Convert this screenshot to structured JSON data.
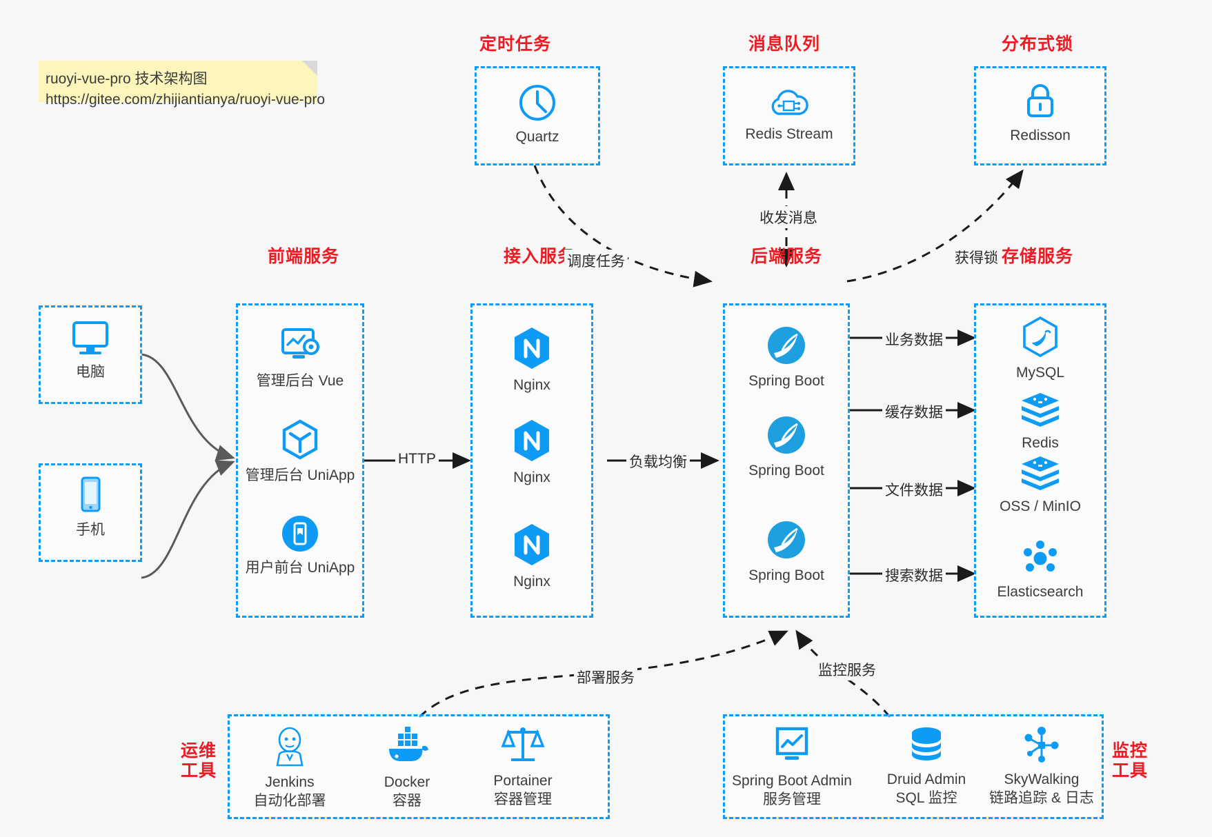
{
  "note": {
    "line1": "ruoyi-vue-pro 技术架构图",
    "line2": "https://gitee.com/zhijiantianya/ruoyi-vue-pro"
  },
  "colors": {
    "accent_blue": "#0d9bf5",
    "title_red": "#ec1c24",
    "background": "#f7f7f7",
    "note_yellow": "#fcf6bd",
    "arrow_gray": "#5a5a5a",
    "arrow_black": "#1a1a1a",
    "text_dark": "#3c3c3c"
  },
  "groups": {
    "clients": {
      "computer": {
        "label": "电脑",
        "icon": "desktop-monitor-icon"
      },
      "phone": {
        "label": "手机",
        "icon": "mobile-phone-icon"
      }
    },
    "scheduled_task": {
      "title": "定时任务",
      "items": [
        {
          "label": "Quartz",
          "icon": "clock-icon"
        }
      ]
    },
    "message_queue": {
      "title": "消息队列",
      "items": [
        {
          "label": "Redis Stream",
          "icon": "cloud-network-icon"
        }
      ]
    },
    "distributed_lock": {
      "title": "分布式锁",
      "items": [
        {
          "label": "Redisson",
          "icon": "lock-icon"
        }
      ]
    },
    "frontend": {
      "title": "前端服务",
      "items": [
        {
          "label": "管理后台 Vue",
          "icon": "dashboard-gear-icon"
        },
        {
          "label": "管理后台 UniApp",
          "icon": "cube-icon"
        },
        {
          "label": "用户前台 UniApp",
          "icon": "mobile-app-icon"
        }
      ]
    },
    "gateway": {
      "title": "接入服务",
      "items": [
        {
          "label": "Nginx",
          "icon": "nginx-icon"
        },
        {
          "label": "Nginx",
          "icon": "nginx-icon"
        },
        {
          "label": "Nginx",
          "icon": "nginx-icon"
        }
      ]
    },
    "backend": {
      "title": "后端服务",
      "items": [
        {
          "label": "Spring Boot",
          "icon": "spring-boot-icon"
        },
        {
          "label": "Spring Boot",
          "icon": "spring-boot-icon"
        },
        {
          "label": "Spring Boot",
          "icon": "spring-boot-icon"
        }
      ]
    },
    "storage": {
      "title": "存储服务",
      "items": [
        {
          "label": "MySQL",
          "icon": "mysql-dolphin-icon"
        },
        {
          "label": "Redis",
          "icon": "redis-stack-icon"
        },
        {
          "label": "OSS / MinIO",
          "icon": "oss-stack-icon"
        },
        {
          "label": "Elasticsearch",
          "icon": "elasticsearch-icon"
        }
      ]
    },
    "devops": {
      "title_line1": "运维",
      "title_line2": "工具",
      "items": [
        {
          "label": "Jenkins",
          "sublabel": "自动化部署",
          "icon": "jenkins-butler-icon"
        },
        {
          "label": "Docker",
          "sublabel": "容器",
          "icon": "docker-whale-icon"
        },
        {
          "label": "Portainer",
          "sublabel": "容器管理",
          "icon": "portainer-scale-icon"
        }
      ]
    },
    "monitoring": {
      "title_line1": "监控",
      "title_line2": "工具",
      "items": [
        {
          "label": "Spring Boot Admin",
          "sublabel": "服务管理",
          "icon": "monitor-chart-icon"
        },
        {
          "label": "Druid Admin",
          "sublabel": "SQL 监控",
          "icon": "database-cylinder-icon"
        },
        {
          "label": "SkyWalking",
          "sublabel": "链路追踪 & 日志",
          "icon": "skywalking-nodes-icon"
        }
      ]
    }
  },
  "edges": {
    "http": "HTTP",
    "load_balance": "负载均衡",
    "schedule_task": "调度任务",
    "send_receive_message": "收发消息",
    "acquire_lock": "获得锁",
    "business_data": "业务数据",
    "cache_data": "缓存数据",
    "file_data": "文件数据",
    "search_data": "搜索数据",
    "deploy_service": "部署服务",
    "monitor_service": "监控服务"
  }
}
